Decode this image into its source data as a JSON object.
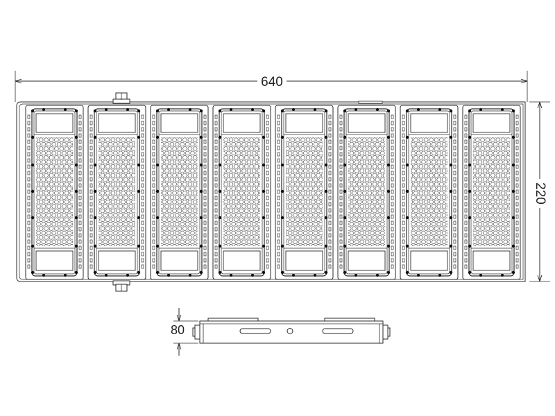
{
  "dimensions": {
    "width_label": "640",
    "height_label": "220",
    "side_height_label": "80"
  },
  "colors": {
    "line": "#2a2a2a",
    "screw": "#111111",
    "background": "#ffffff"
  }
}
